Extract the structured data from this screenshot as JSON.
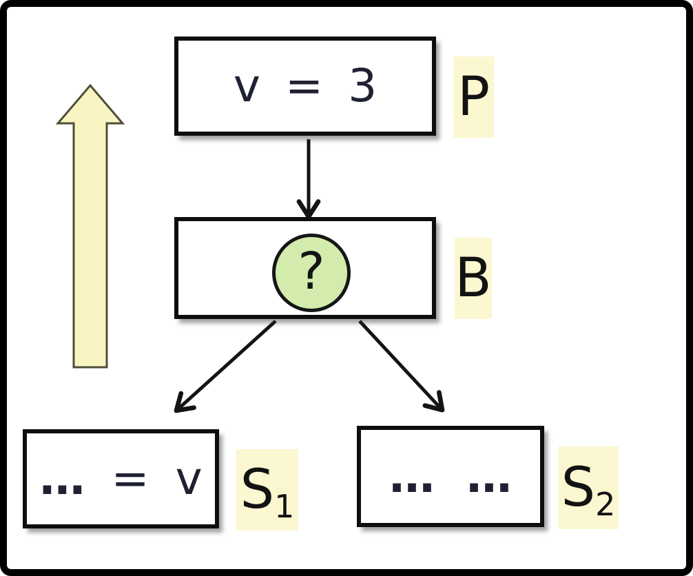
{
  "diagram": {
    "p": {
      "part1": "v",
      "part2": "=",
      "part3": "3",
      "label": "P"
    },
    "b": {
      "symbol": "?",
      "label": "B"
    },
    "s1": {
      "part1": "…",
      "part2": "=",
      "part3": "v",
      "label": "S",
      "sub": "1"
    },
    "s2": {
      "part1": "…",
      "part2": "…",
      "label": "S",
      "sub": "2"
    },
    "colors": {
      "frame": "#000000",
      "background": "#ffffff",
      "box_border": "#0e0e0e",
      "content_ink": "#1f2133",
      "label_ink": "#121212",
      "label_highlight": "#fbf7d0",
      "question_circle_fill": "#d3ecae",
      "up_arrow_fill": "#f8f5c2",
      "up_arrow_stroke": "#4f4f38",
      "connector": "#141414"
    }
  }
}
